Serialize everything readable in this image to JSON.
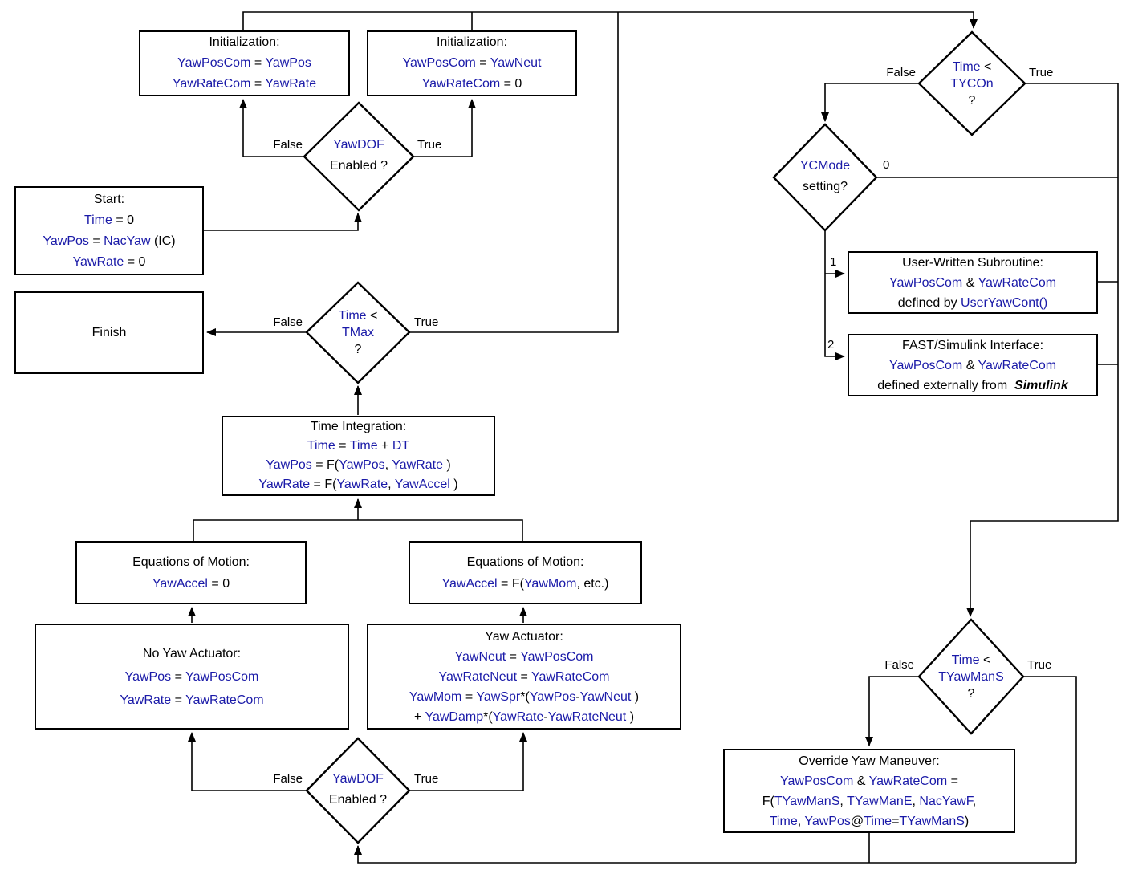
{
  "colors": {
    "variable_blue": "#1a1aa8",
    "text_black": "#000000",
    "line_black": "#000000",
    "background": "#ffffff"
  },
  "boxes": {
    "init_left": {
      "lines": [
        [
          [
            "Initialization:",
            "n"
          ]
        ],
        [
          [
            "YawPosCom",
            "v"
          ],
          [
            " = ",
            "o"
          ],
          [
            "YawPos",
            "v"
          ]
        ],
        [
          [
            "YawRateCom",
            "v"
          ],
          [
            " = ",
            "o"
          ],
          [
            "YawRate",
            "v"
          ]
        ]
      ]
    },
    "init_right": {
      "lines": [
        [
          [
            "Initialization:",
            "n"
          ]
        ],
        [
          [
            "YawPosCom",
            "v"
          ],
          [
            " = ",
            "o"
          ],
          [
            "YawNeut",
            "v"
          ]
        ],
        [
          [
            "YawRateCom",
            "v"
          ],
          [
            " = 0",
            "o"
          ]
        ]
      ]
    },
    "start": {
      "lines": [
        [
          [
            "Start:",
            "n"
          ]
        ],
        [
          [
            "Time",
            "v"
          ],
          [
            " = 0",
            "o"
          ]
        ],
        [
          [
            "YawPos",
            "v"
          ],
          [
            " = ",
            "o"
          ],
          [
            "NacYaw",
            "v"
          ],
          [
            " (IC)",
            "o"
          ]
        ],
        [
          [
            "YawRate",
            "v"
          ],
          [
            " = 0",
            "o"
          ]
        ]
      ]
    },
    "finish": {
      "lines": [
        [
          [
            "Finish",
            "n"
          ]
        ]
      ]
    },
    "time_integration": {
      "lines": [
        [
          [
            "Time Integration:",
            "n"
          ]
        ],
        [
          [
            "Time",
            "v"
          ],
          [
            " = ",
            "o"
          ],
          [
            "Time",
            "v"
          ],
          [
            " + ",
            "o"
          ],
          [
            "DT",
            "v"
          ]
        ],
        [
          [
            "YawPos",
            "v"
          ],
          [
            " = F(",
            "o"
          ],
          [
            "YawPos",
            "v"
          ],
          [
            ", ",
            "o"
          ],
          [
            "YawRate",
            "v"
          ],
          [
            " )",
            "o"
          ]
        ],
        [
          [
            "YawRate",
            "v"
          ],
          [
            " = F(",
            "o"
          ],
          [
            "YawRate",
            "v"
          ],
          [
            ", ",
            "o"
          ],
          [
            "YawAccel",
            "v"
          ],
          [
            " )",
            "o"
          ]
        ]
      ]
    },
    "eom_left": {
      "lines": [
        [
          [
            "Equations of Motion:",
            "n"
          ]
        ],
        [
          [
            "YawAccel",
            "v"
          ],
          [
            " = 0",
            "o"
          ]
        ]
      ]
    },
    "eom_right": {
      "lines": [
        [
          [
            "Equations of Motion:",
            "n"
          ]
        ],
        [
          [
            "YawAccel",
            "v"
          ],
          [
            " = F(",
            "o"
          ],
          [
            "YawMom",
            "v"
          ],
          [
            ", etc.)",
            "o"
          ]
        ]
      ]
    },
    "no_yaw_actuator": {
      "lines": [
        [
          [
            "No Yaw Actuator:",
            "n"
          ]
        ],
        [
          [
            "YawPos",
            "v"
          ],
          [
            " = ",
            "o"
          ],
          [
            "YawPosCom",
            "v"
          ]
        ],
        [
          [
            "YawRate",
            "v"
          ],
          [
            " = ",
            "o"
          ],
          [
            "YawRateCom",
            "v"
          ]
        ]
      ]
    },
    "yaw_actuator": {
      "lines": [
        [
          [
            "Yaw Actuator:",
            "n"
          ]
        ],
        [
          [
            "YawNeut",
            "v"
          ],
          [
            " = ",
            "o"
          ],
          [
            "YawPosCom",
            "v"
          ]
        ],
        [
          [
            "YawRateNeut",
            "v"
          ],
          [
            " = ",
            "o"
          ],
          [
            "YawRateCom",
            "v"
          ]
        ],
        [
          [
            "YawMom",
            "v"
          ],
          [
            " = ",
            "o"
          ],
          [
            "YawSpr",
            "v"
          ],
          [
            "*(",
            "o"
          ],
          [
            "YawPos",
            "v"
          ],
          [
            "-",
            "o"
          ],
          [
            "YawNeut",
            "v"
          ],
          [
            " )",
            "o"
          ]
        ],
        [
          [
            "+ ",
            "o"
          ],
          [
            "YawDamp",
            "v"
          ],
          [
            "*(",
            "o"
          ],
          [
            "YawRate",
            "v"
          ],
          [
            "-",
            "o"
          ],
          [
            "YawRateNeut",
            "v"
          ],
          [
            " )",
            "o"
          ]
        ]
      ]
    },
    "user_subroutine": {
      "lines": [
        [
          [
            "User-Written Subroutine:",
            "n"
          ]
        ],
        [
          [
            "YawPosCom",
            "v"
          ],
          [
            " & ",
            "o"
          ],
          [
            "YawRateCom",
            "v"
          ]
        ],
        [
          [
            "defined by ",
            "o"
          ],
          [
            "UserYawCont()",
            "v"
          ]
        ]
      ]
    },
    "simulink_interface": {
      "lines": [
        [
          [
            "FAST/Simulink Interface:",
            "n"
          ]
        ],
        [
          [
            "YawPosCom",
            "v"
          ],
          [
            " & ",
            "o"
          ],
          [
            "YawRateCom",
            "v"
          ]
        ],
        [
          [
            "defined externally from  ",
            "o"
          ],
          [
            "Simulink",
            "b"
          ]
        ]
      ]
    },
    "override_yaw": {
      "lines": [
        [
          [
            "Override Yaw Maneuver:",
            "n"
          ]
        ],
        [
          [
            "YawPosCom",
            "v"
          ],
          [
            " & ",
            "o"
          ],
          [
            "YawRateCom",
            "v"
          ],
          [
            " =",
            "o"
          ]
        ],
        [
          [
            "F(",
            "o"
          ],
          [
            "TYawManS",
            "v"
          ],
          [
            ", ",
            "o"
          ],
          [
            "TYawManE",
            "v"
          ],
          [
            ", ",
            "o"
          ],
          [
            "NacYawF",
            "v"
          ],
          [
            ",",
            "o"
          ]
        ],
        [
          [
            "Time",
            "v"
          ],
          [
            ", ",
            "o"
          ],
          [
            "YawPos",
            "v"
          ],
          [
            "@",
            "o"
          ],
          [
            "Time",
            "v"
          ],
          [
            "=",
            "o"
          ],
          [
            "TYawManS",
            "v"
          ],
          [
            ")",
            "o"
          ]
        ]
      ]
    }
  },
  "diamonds": {
    "yawdof_top": {
      "lines": [
        [
          [
            "YawDOF",
            "v"
          ]
        ],
        [
          [
            "Enabled ?",
            "o"
          ]
        ]
      ],
      "false_label": "False",
      "true_label": "True"
    },
    "tmax": {
      "lines": [
        [
          [
            "Time",
            "v"
          ],
          [
            " <",
            "o"
          ]
        ],
        [
          [
            "TMax",
            "v"
          ]
        ],
        [
          [
            "?",
            "o"
          ]
        ]
      ],
      "false_label": "False",
      "true_label": "True"
    },
    "tycon": {
      "lines": [
        [
          [
            "Time",
            "v"
          ],
          [
            " <",
            "o"
          ]
        ],
        [
          [
            "TYCOn",
            "v"
          ]
        ],
        [
          [
            "?",
            "o"
          ]
        ]
      ],
      "false_label": "False",
      "true_label": "True"
    },
    "ycmode": {
      "lines": [
        [
          [
            "YCMode",
            "v"
          ]
        ],
        [
          [
            "setting?",
            "o"
          ]
        ]
      ],
      "branch0_label": "0",
      "branch1_label": "1",
      "branch2_label": "2"
    },
    "tyawmans": {
      "lines": [
        [
          [
            "Time",
            "v"
          ],
          [
            " <",
            "o"
          ]
        ],
        [
          [
            "TYawManS",
            "v"
          ]
        ],
        [
          [
            "?",
            "o"
          ]
        ]
      ],
      "false_label": "False",
      "true_label": "True"
    },
    "yawdof_bottom": {
      "lines": [
        [
          [
            "YawDOF",
            "v"
          ]
        ],
        [
          [
            "Enabled ?",
            "o"
          ]
        ]
      ],
      "false_label": "False",
      "true_label": "True"
    }
  }
}
